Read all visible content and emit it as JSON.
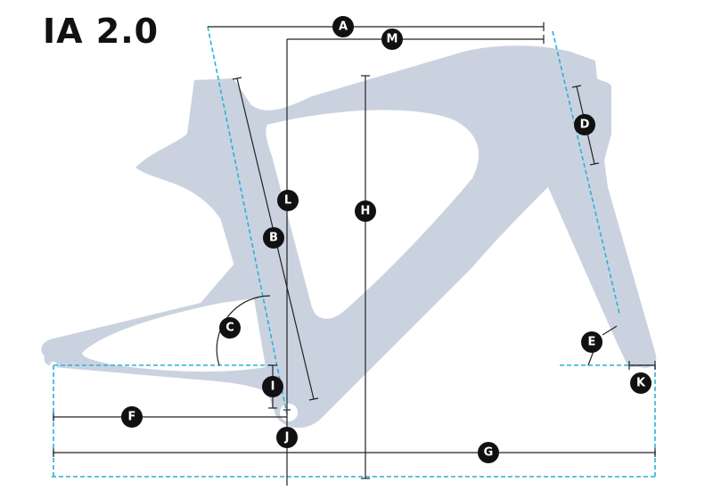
{
  "title": "IA 2.0",
  "colors": {
    "frame": "#cbd2df",
    "dashed_reference": "#29b2d9",
    "measure_line": "#222222",
    "badge": "#111111"
  },
  "labels": {
    "A": "A",
    "B": "B",
    "C": "C",
    "D": "D",
    "E": "E",
    "F": "F",
    "G": "G",
    "H": "H",
    "I": "I",
    "J": "J",
    "K": "K",
    "L": "L",
    "M": "M"
  }
}
